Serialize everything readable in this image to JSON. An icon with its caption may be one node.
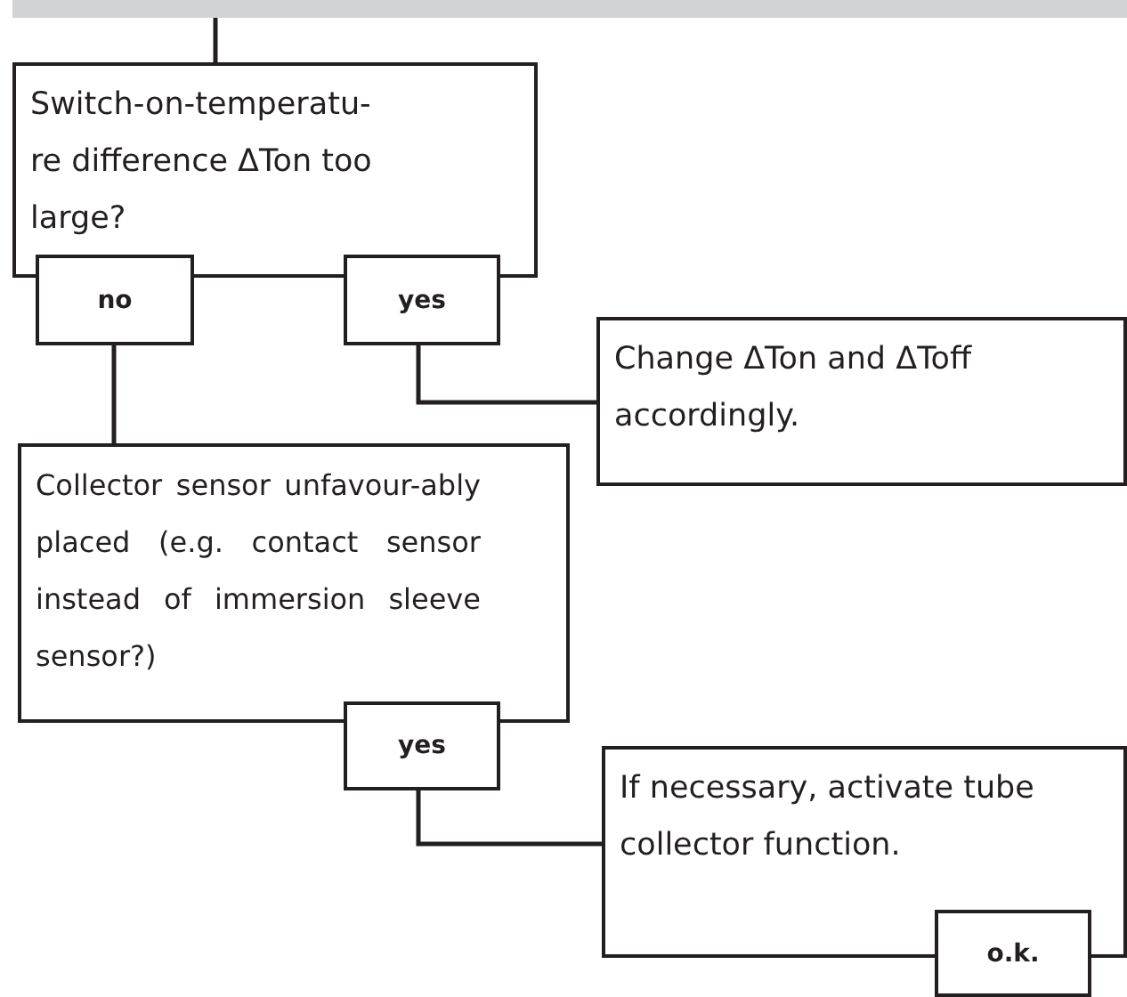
{
  "diagram": {
    "nodes": [
      {
        "text": [],
        "shape": "bar"
      },
      {
        "text": [
          "Switch-on-temperatu-re difference ΔTon too large?"
        ]
      },
      {
        "text": [
          "no"
        ]
      },
      {
        "text": [
          "yes"
        ]
      },
      {
        "text": [
          "Change ΔTon and ΔToff accordingly."
        ]
      },
      {
        "text": [
          "Collector sensor unfavour-ably placed (e.g. contact sensor instead of immersion sleeve sensor?)"
        ]
      },
      {
        "text": [
          "yes"
        ]
      },
      {
        "text": [
          "If necessary, activate tube collector function."
        ]
      },
      {
        "text": [
          "o.k."
        ]
      }
    ],
    "edges": [
      {
        "from": 0,
        "to": 1,
        "arrow": "none"
      },
      {
        "from": 2,
        "to": 5,
        "arrow": "none"
      },
      {
        "from": 3,
        "to": 4,
        "arrow": "none"
      },
      {
        "from": 6,
        "to": 7,
        "arrow": "none"
      }
    ]
  }
}
